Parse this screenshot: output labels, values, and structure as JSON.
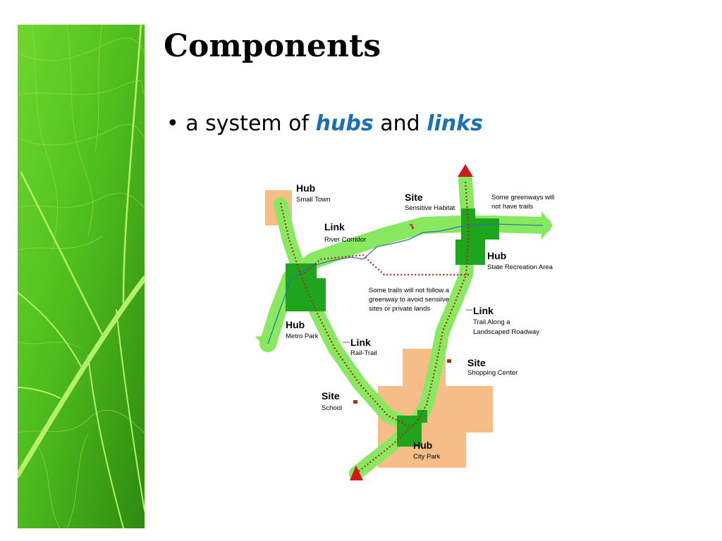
{
  "slide": {
    "title": "Components",
    "bullet": {
      "marker": "•",
      "pre": "a system of",
      "kw1": "hubs",
      "mid": "and",
      "kw2": "links"
    }
  },
  "colors": {
    "keyword": "#1a6fb5",
    "greenway": "#88e860",
    "hub": "#1ea51e",
    "development": "#f7bd89",
    "trail": "#c0201a",
    "river": "#2f6db5"
  },
  "map": {
    "small_town": {
      "title": "Hub",
      "sub": "Small Town"
    },
    "sensitive": {
      "title": "Site",
      "sub": "Sensitive Habitat"
    },
    "note_trails": {
      "line1": "Some greenways will",
      "line2": "not have trails"
    },
    "river_corridor": {
      "title": "Link",
      "sub": "River Corridor"
    },
    "state_rec": {
      "title": "Hub",
      "sub": "State Recreation Area"
    },
    "note_follow": {
      "line1": "Some trails will not follow a",
      "line2": "greenway to avoid sensiive",
      "line3": "sites or private lands"
    },
    "trail_road": {
      "title": "Link",
      "line1": "Trail Along a",
      "line2": "Landscaped Roadway"
    },
    "metro_park": {
      "title": "Hub",
      "sub": "Metro Park"
    },
    "rail_trail": {
      "title": "Link",
      "sub": "Rail-Trail"
    },
    "shopping": {
      "title": "Site",
      "sub": "Shopping Center"
    },
    "school": {
      "title": "Site",
      "sub": "School"
    },
    "city_park": {
      "title": "Hub",
      "sub": "City Park"
    }
  }
}
